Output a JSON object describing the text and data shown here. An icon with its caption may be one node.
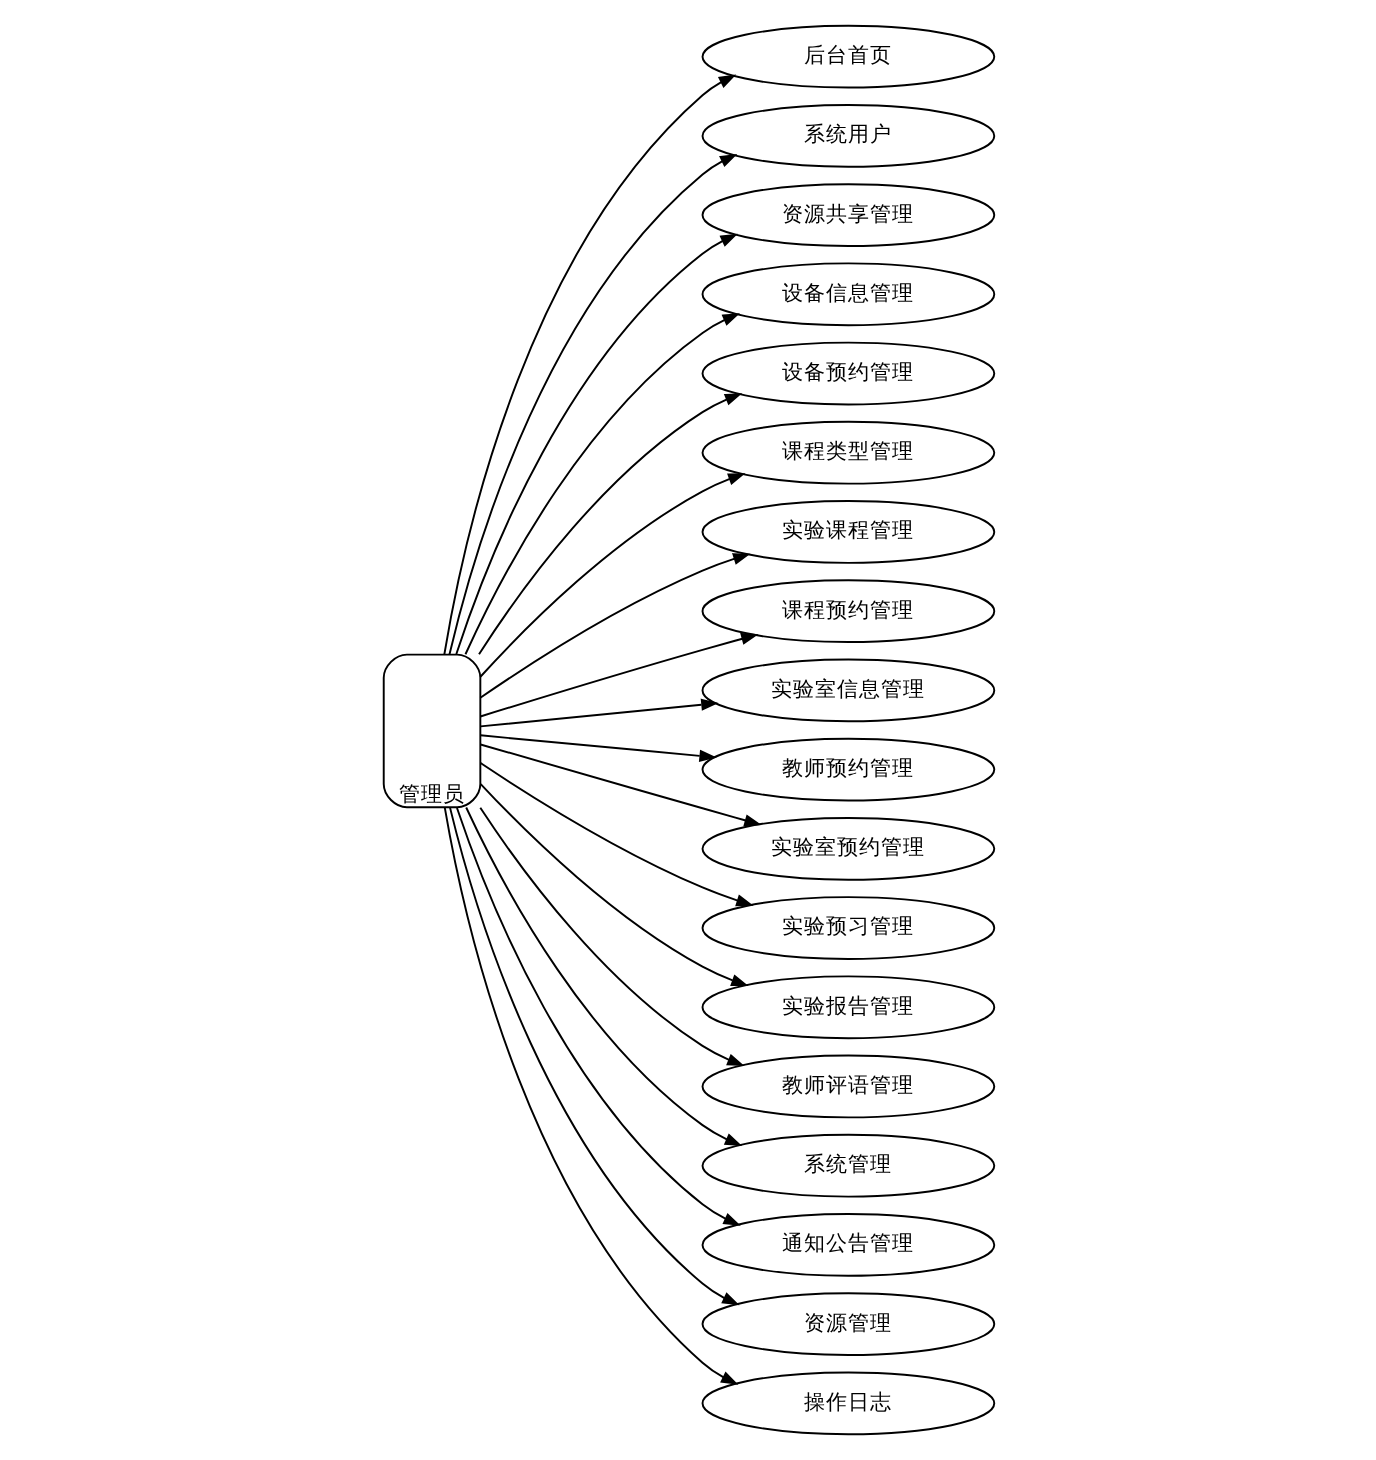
{
  "diagram": {
    "nodes": [
      {
        "text": [
          "管理员"
        ]
      },
      {
        "text": [
          "后台首页"
        ]
      },
      {
        "text": [
          "系统用户"
        ]
      },
      {
        "text": [
          "资源共享管理"
        ]
      },
      {
        "text": [
          "设备信息管理"
        ]
      },
      {
        "text": [
          "设备预约管理"
        ]
      },
      {
        "text": [
          "课程类型管理"
        ]
      },
      {
        "text": [
          "实验课程管理"
        ]
      },
      {
        "text": [
          "课程预约管理"
        ]
      },
      {
        "text": [
          "实验室信息管理"
        ]
      },
      {
        "text": [
          "教师预约管理"
        ]
      },
      {
        "text": [
          "实验室预约管理"
        ]
      },
      {
        "text": [
          "实验预习管理"
        ]
      },
      {
        "text": [
          "实验报告管理"
        ]
      },
      {
        "text": [
          "教师评语管理"
        ]
      },
      {
        "text": [
          "系统管理"
        ]
      },
      {
        "text": [
          "通知公告管理"
        ]
      },
      {
        "text": [
          "资源管理"
        ]
      },
      {
        "text": [
          "操作日志"
        ]
      }
    ],
    "edges": [
      {
        "from": 0,
        "to": 1,
        "arrow": "to"
      },
      {
        "from": 0,
        "to": 2,
        "arrow": "to"
      },
      {
        "from": 0,
        "to": 3,
        "arrow": "to"
      },
      {
        "from": 0,
        "to": 4,
        "arrow": "to"
      },
      {
        "from": 0,
        "to": 5,
        "arrow": "to"
      },
      {
        "from": 0,
        "to": 6,
        "arrow": "to"
      },
      {
        "from": 0,
        "to": 7,
        "arrow": "to"
      },
      {
        "from": 0,
        "to": 8,
        "arrow": "to"
      },
      {
        "from": 0,
        "to": 9,
        "arrow": "to"
      },
      {
        "from": 0,
        "to": 10,
        "arrow": "to"
      },
      {
        "from": 0,
        "to": 11,
        "arrow": "to"
      },
      {
        "from": 0,
        "to": 12,
        "arrow": "to"
      },
      {
        "from": 0,
        "to": 13,
        "arrow": "to"
      },
      {
        "from": 0,
        "to": 14,
        "arrow": "to"
      },
      {
        "from": 0,
        "to": 15,
        "arrow": "to"
      },
      {
        "from": 0,
        "to": 16,
        "arrow": "to"
      },
      {
        "from": 0,
        "to": 17,
        "arrow": "to"
      },
      {
        "from": 0,
        "to": 18,
        "arrow": "to"
      }
    ]
  }
}
